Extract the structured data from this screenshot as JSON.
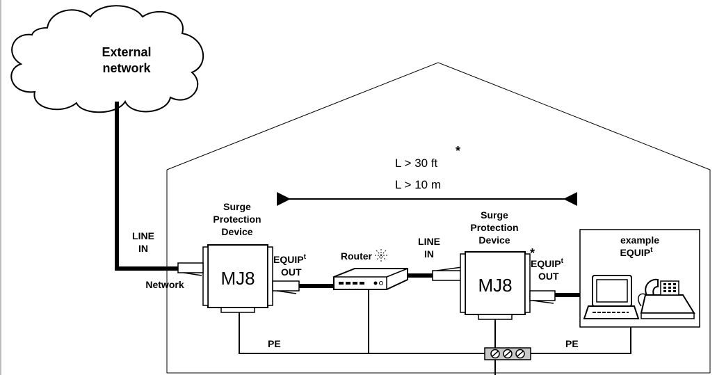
{
  "cloud": {
    "line1": "External",
    "line2": "network"
  },
  "distance": {
    "feet": "L > 30 ft",
    "meters": "L > 10 m",
    "asterisk": "*"
  },
  "spd_left": {
    "title": [
      "Surge",
      "Protection",
      "Device"
    ],
    "model": "MJ8",
    "line_in": [
      "LINE",
      "IN"
    ],
    "network": "Network",
    "equip_out": {
      "word": "EQUIP",
      "sup": "t",
      "out": "OUT"
    }
  },
  "router": {
    "label": "Router"
  },
  "spd_right": {
    "title": [
      "Surge",
      "Protection",
      "Device"
    ],
    "model": "MJ8",
    "line_in": [
      "LINE",
      "IN"
    ],
    "asterisk": "*",
    "equip_out": {
      "word": "EQUIP",
      "sup": "t",
      "out": "OUT"
    }
  },
  "equipment": {
    "line1": "example",
    "word": "EQUIP",
    "sup": "t"
  },
  "ground": {
    "left": "PE",
    "right": "PE"
  }
}
